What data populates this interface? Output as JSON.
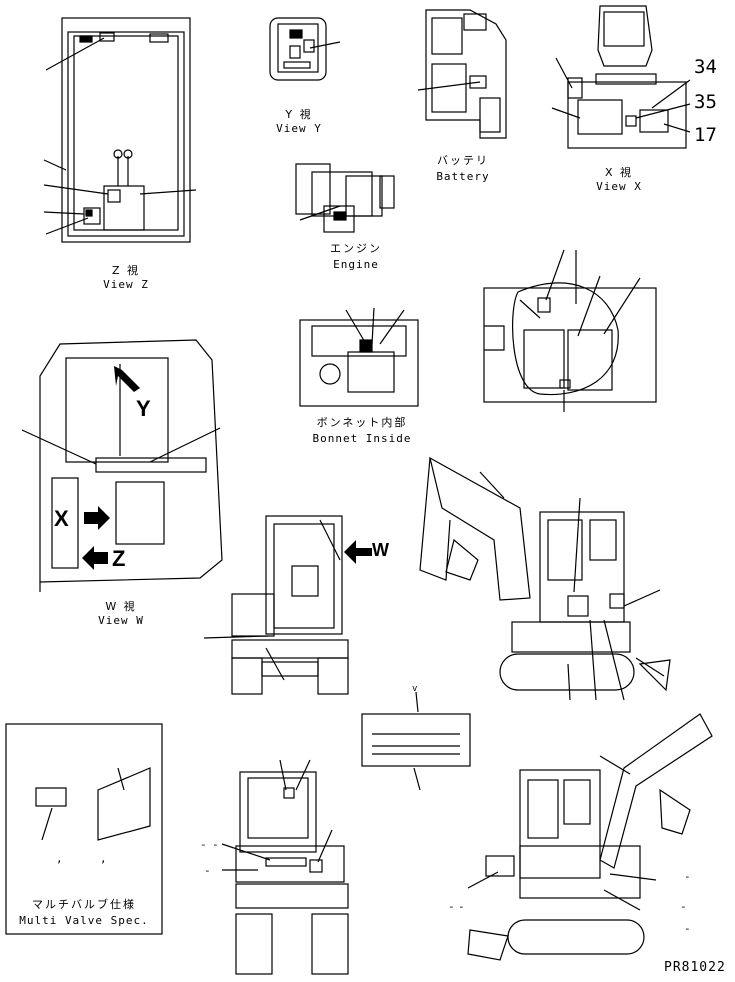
{
  "views": {
    "z": {
      "jp": "Z 視",
      "en": "View Z"
    },
    "y": {
      "jp": "Y 視",
      "en": "View Y"
    },
    "battery": {
      "jp": "バッテリ",
      "en": "Battery"
    },
    "x": {
      "jp": "X 視",
      "en": "View X"
    },
    "engine": {
      "jp": "エンジン",
      "en": "Engine"
    },
    "bonnet": {
      "jp": "ボンネット内部",
      "en": "Bonnet Inside"
    },
    "w": {
      "jp": "W 視",
      "en": "View W"
    },
    "multi": {
      "jp": "マルチバルブ仕様",
      "en": "Multi Valve Spec."
    }
  },
  "callouts": {
    "n34": "34",
    "n35": "35",
    "n17": "17"
  },
  "arrow_letters": {
    "y": "Y",
    "x": "X",
    "z": "Z",
    "w": "W"
  },
  "marks": {
    "comma": ",",
    "dash": "-",
    "v": "v"
  },
  "drawing_code": "PR81022"
}
